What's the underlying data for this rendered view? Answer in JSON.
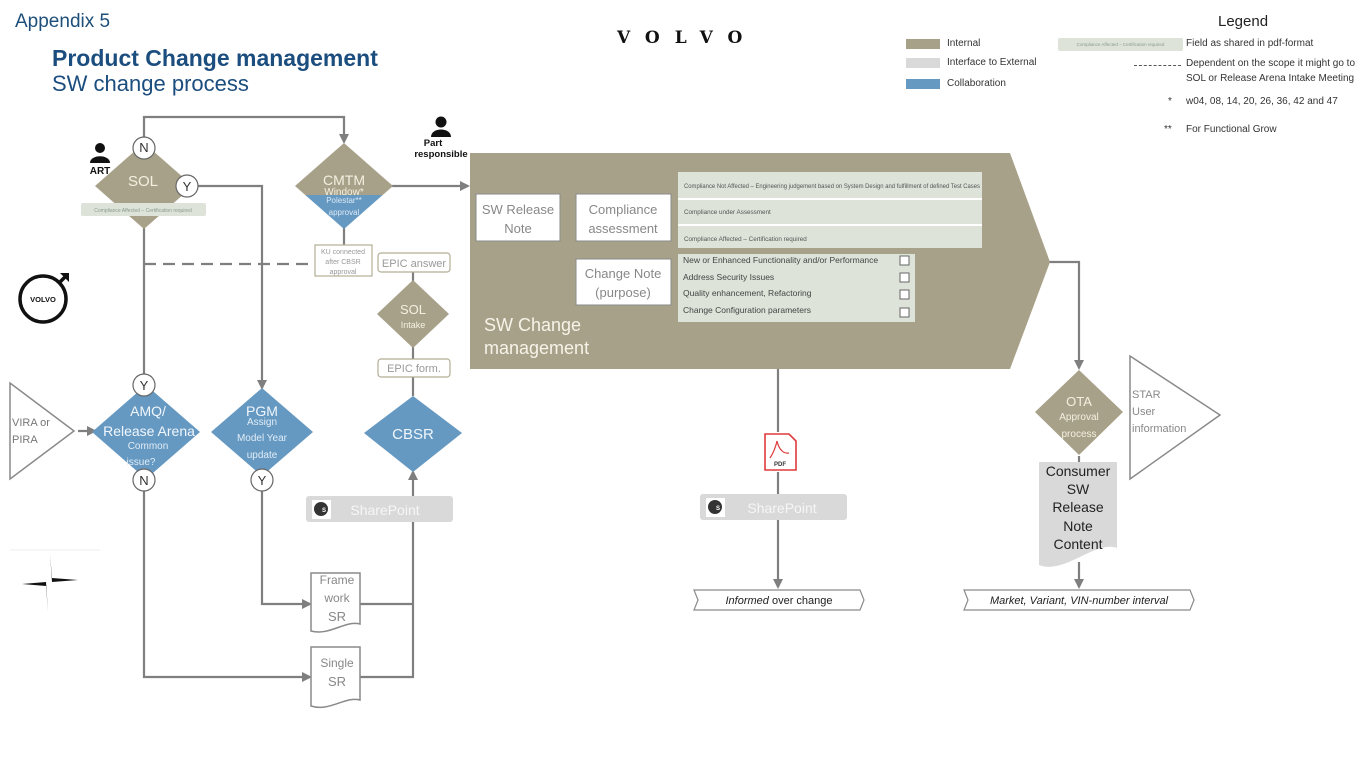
{
  "header": {
    "appendix": "Appendix 5",
    "title": "Product Change management",
    "subtitle": "SW change process",
    "brand_wordmark": "VOLVO"
  },
  "colors": {
    "internal": "#a8a189",
    "interface_external": "#d9d9d9",
    "collaboration": "#6699c2",
    "pdf_field": "#dde3d9",
    "title_blue": "#1b4d7e",
    "connector": "#7f7f7f"
  },
  "legend": {
    "title": "Legend",
    "swatches": [
      {
        "label": "Internal"
      },
      {
        "label": "Interface to External"
      },
      {
        "label": "Collaboration"
      }
    ],
    "pdf_field_sample": "Compliance Affected – Certification required",
    "pdf_field_label": "Field as shared in pdf-format",
    "dashed_label_line1": "Dependent on the scope it might go to",
    "dashed_label_line2": "SOL or Release Arena Intake Meeting",
    "star1_symbol": "*",
    "star1_text": "w04, 08, 14, 20, 26, 36, 42 and 47",
    "star2_symbol": "**",
    "star2_text": "For Functional Grow"
  },
  "roles": {
    "art": "ART",
    "part_responsible_line1": "Part",
    "part_responsible_line2": "responsible"
  },
  "nodes": {
    "sol": {
      "title": "SOL",
      "field": "Compliance Affected – Certification required"
    },
    "cmtm": {
      "line1": "CMTM",
      "line2": "Window*",
      "line3": "Polestar**",
      "line4": "approval"
    },
    "ku_connected": {
      "line1": "KU connected",
      "line2": "after CBSR",
      "line3": "approval"
    },
    "epic_answer": "EPIC answer",
    "sol_intake": {
      "title": "SOL",
      "subtitle": "Intake"
    },
    "epic_form": "EPIC form.",
    "cbsr": "CBSR",
    "vira_pira": {
      "line1": "VIRA or",
      "line2": "PIRA"
    },
    "amq": {
      "line1": "AMQ/",
      "line2": "Release Arena",
      "line3": "Common",
      "line4": "issue?"
    },
    "pgm": {
      "line1": "PGM",
      "line2": "Assign",
      "line3": "Model Year",
      "line4": "update"
    },
    "framework_sr": {
      "line1": "Frame",
      "line2": "work",
      "line3": "SR"
    },
    "single_sr": {
      "line1": "Single",
      "line2": "SR"
    },
    "sharepoint_left": "SharePoint",
    "sharepoint_mid": "SharePoint",
    "pdf_label": "PDF",
    "informed": {
      "italic": "Informed",
      "rest": " over change"
    },
    "ota": {
      "line1": "OTA",
      "line2": "Approval",
      "line3": "process"
    },
    "star": {
      "line1": "STAR",
      "line2": "User",
      "line3": "information"
    },
    "consumer_note": {
      "line1": "Consumer",
      "line2": "SW",
      "line3": "Release",
      "line4": "Note",
      "line5": "Content"
    },
    "market": "Market, Variant, VIN-number interval"
  },
  "decisions": {
    "sol_no": "N",
    "sol_yes": "Y",
    "amq_yes": "Y",
    "amq_no": "N",
    "pgm_yes": "Y"
  },
  "sw_change": {
    "title_line1": "SW Change",
    "title_line2": "management",
    "release_note_line1": "SW Release",
    "release_note_line2": "Note",
    "compliance_line1": "Compliance",
    "compliance_line2": "assessment",
    "change_note_line1": "Change Note",
    "change_note_line2": "(purpose)",
    "compliance_options": [
      "Compliance Not Affected – Engineering judgement based on System Design and fulfillment of defined Test Cases",
      "Compliance under Assessment",
      "Compliance Affected – Certification required"
    ],
    "purpose_options": [
      {
        "label": "New or Enhanced Functionality and/or Performance",
        "checked": false
      },
      {
        "label": "Address Security Issues",
        "checked": false
      },
      {
        "label": "Quality enhancement, Refactoring",
        "checked": false
      },
      {
        "label": "Change Configuration parameters",
        "checked": false
      }
    ]
  }
}
